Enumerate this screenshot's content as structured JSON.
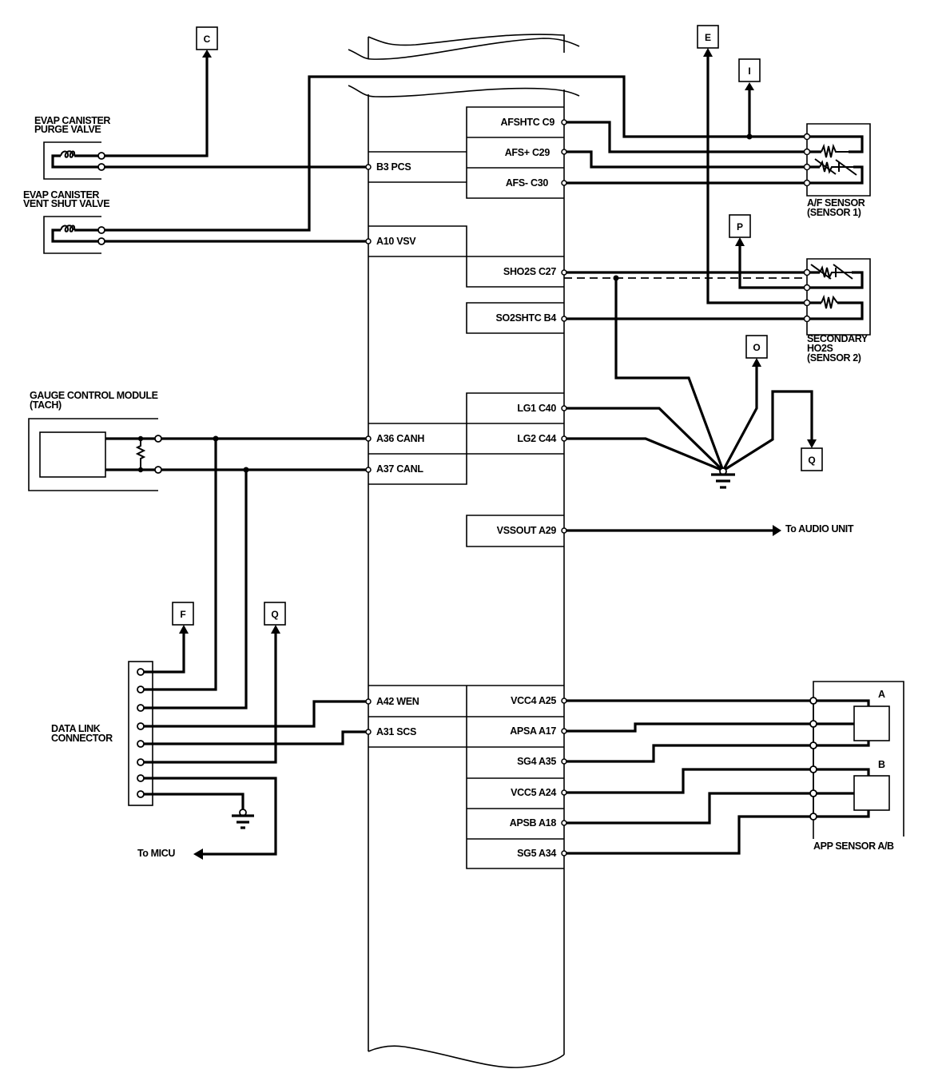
{
  "diagram": {
    "title": "ECM/PCM wiring diagram",
    "connectors": {
      "C": "C",
      "E": "E",
      "I": "I",
      "P": "P",
      "O": "O",
      "Q_right": "Q",
      "F": "F",
      "Q_left": "Q"
    },
    "components": {
      "purge_valve": [
        "EVAP CANISTER",
        "PURGE VALVE"
      ],
      "vent_valve": [
        "EVAP CANISTER",
        "VENT SHUT VALVE"
      ],
      "af_sensor": [
        "A/F SENSOR",
        "(SENSOR 1)"
      ],
      "secondary_ho2s": [
        "SECONDARY",
        "HO2S",
        "(SENSOR 2)"
      ],
      "gauge_module": [
        "GAUGE CONTROL MODULE",
        "(TACH)"
      ],
      "dlc": [
        "DATA LINK",
        "CONNECTOR"
      ],
      "app_sensor": "APP SENSOR A/B",
      "app_a": "A",
      "app_b": "B"
    },
    "ecm_left_pins": {
      "b3": "B3 PCS",
      "a10": "A10 VSV",
      "a36": "A36 CANH",
      "a37": "A37 CANL",
      "a42": "A42 WEN",
      "a31": "A31 SCS"
    },
    "ecm_right_pins": {
      "c9": "AFSHTC C9",
      "c29": "AFS+ C29",
      "c30": "AFS- C30",
      "c27": "SHO2S C27",
      "b4": "SO2SHTC B4",
      "c40": "LG1 C40",
      "c44": "LG2 C44",
      "a29": "VSSOUT A29",
      "a25": "VCC4 A25",
      "a17": "APSA A17",
      "a35": "SG4 A35",
      "a24": "VCC5 A24",
      "a18": "APSB A18",
      "a34": "SG5 A34"
    },
    "destinations": {
      "audio": "To AUDIO UNIT",
      "micu": "To MICU"
    }
  }
}
